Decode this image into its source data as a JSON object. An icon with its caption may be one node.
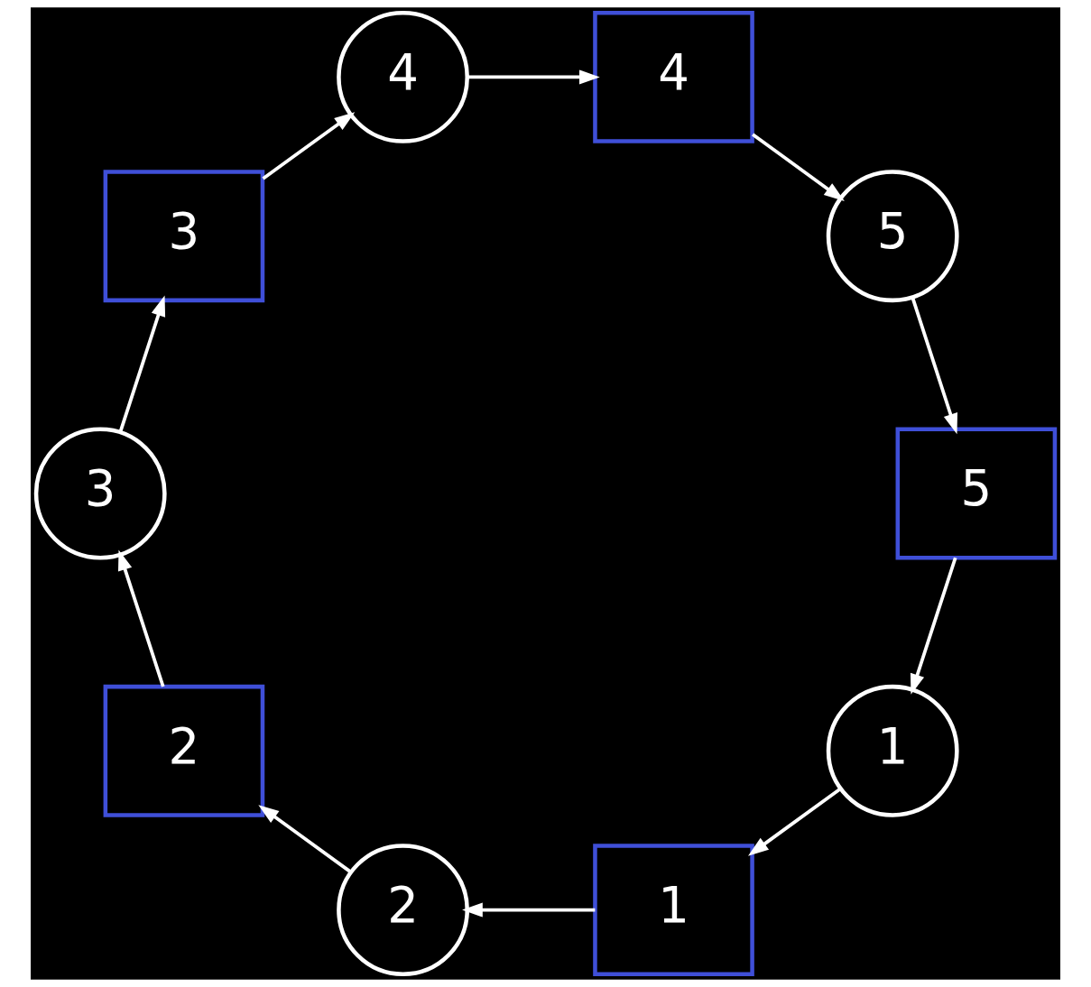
{
  "diagram": {
    "nodes": [
      {
        "text": [
          "1"
        ]
      },
      {
        "text": [
          "1"
        ]
      },
      {
        "text": [
          "2"
        ]
      },
      {
        "text": [
          "2"
        ]
      },
      {
        "text": [
          "3"
        ]
      },
      {
        "text": [
          "3"
        ]
      },
      {
        "text": [
          "4"
        ]
      },
      {
        "text": [
          "4"
        ]
      },
      {
        "text": [
          "5"
        ]
      },
      {
        "text": [
          "5"
        ]
      }
    ],
    "edges": [
      {
        "from": 0,
        "to": 1,
        "arrow": "to"
      },
      {
        "from": 1,
        "to": 2,
        "arrow": "to"
      },
      {
        "from": 2,
        "to": 3,
        "arrow": "to"
      },
      {
        "from": 3,
        "to": 4,
        "arrow": "to"
      },
      {
        "from": 4,
        "to": 5,
        "arrow": "to"
      },
      {
        "from": 5,
        "to": 6,
        "arrow": "to"
      },
      {
        "from": 6,
        "to": 7,
        "arrow": "to"
      },
      {
        "from": 7,
        "to": 8,
        "arrow": "to"
      },
      {
        "from": 8,
        "to": 9,
        "arrow": "to"
      },
      {
        "from": 9,
        "to": 0,
        "arrow": "to"
      }
    ]
  }
}
